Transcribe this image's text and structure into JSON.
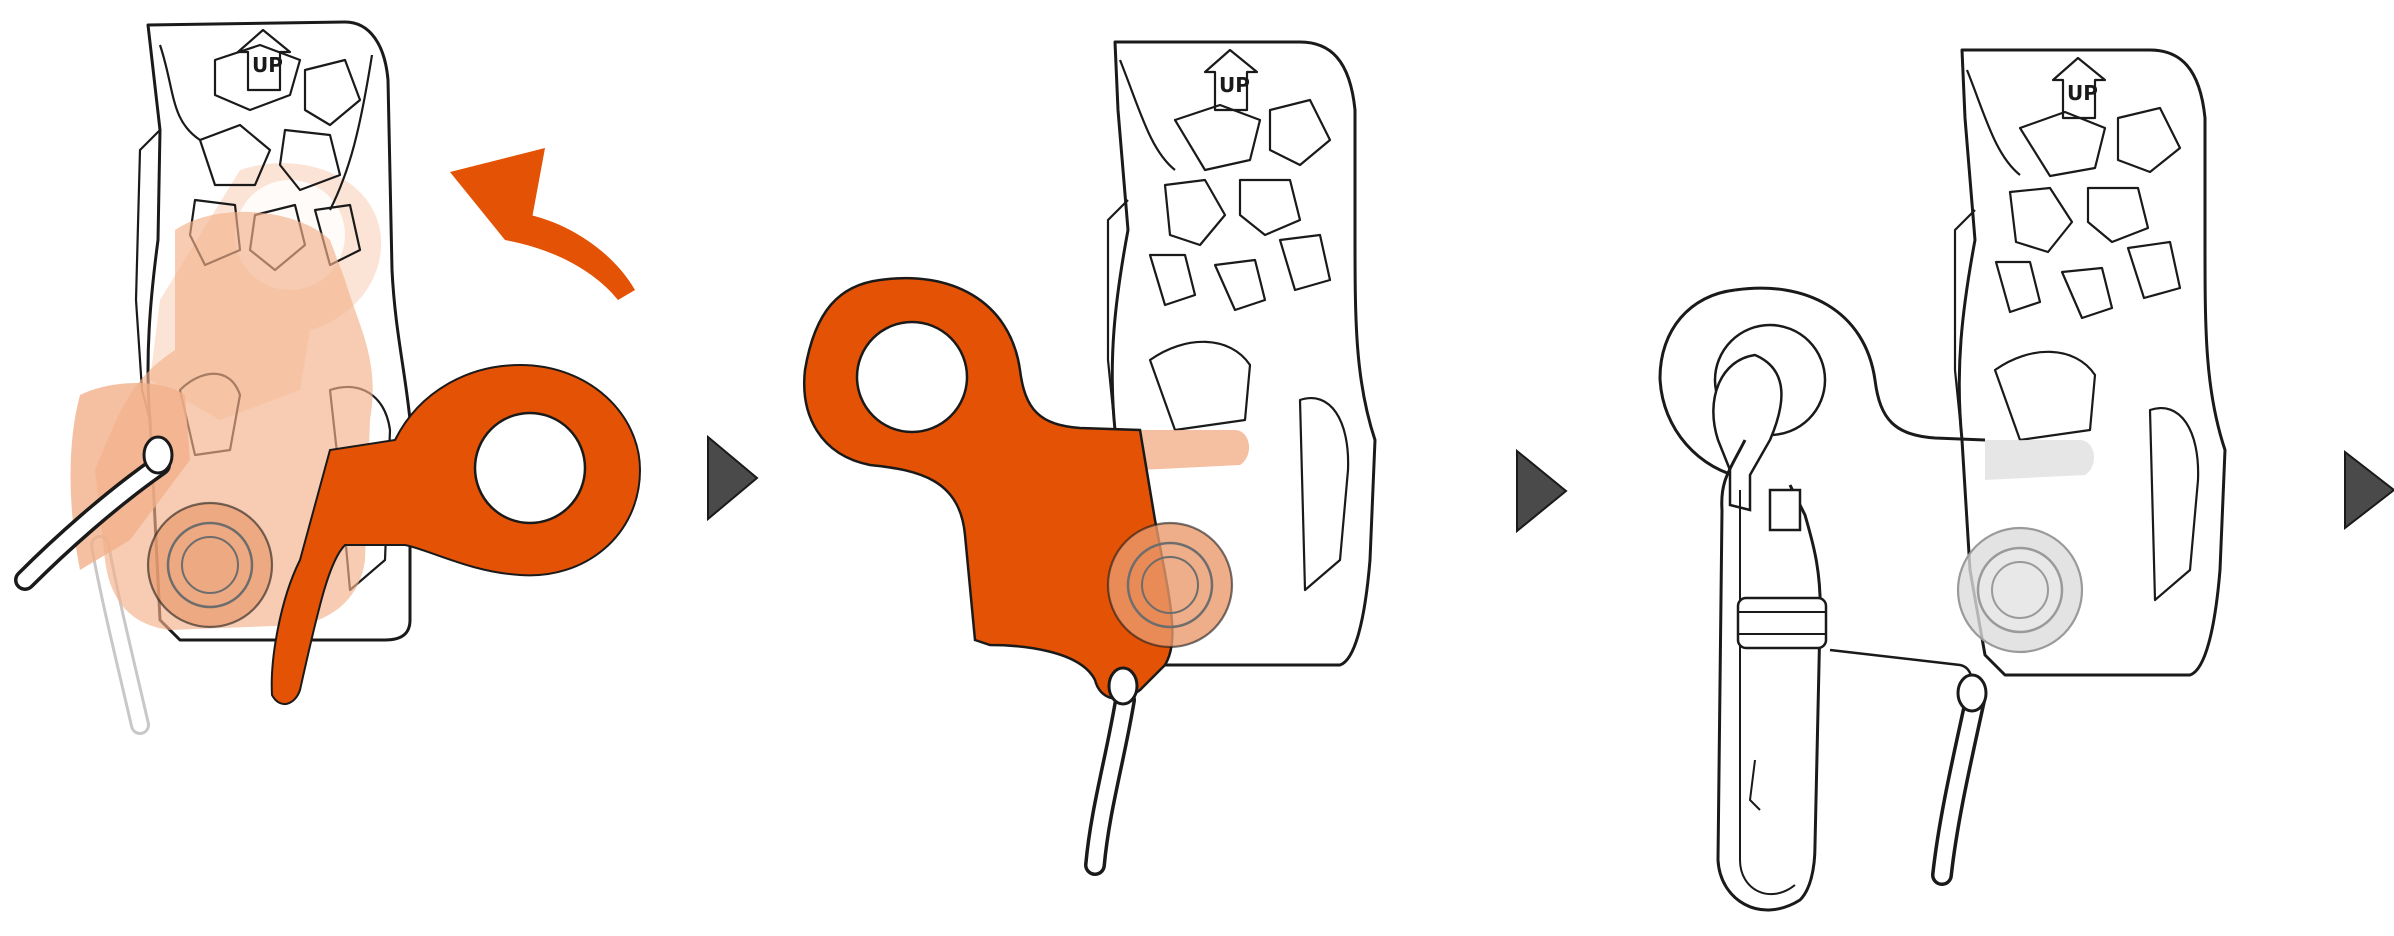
{
  "diagram": {
    "device_label": "UP",
    "colors": {
      "orange": "#e35205",
      "orange_light": "#f3b08a",
      "orange_pale": "#f9d9c5",
      "ink": "#1a1a1a",
      "arrow_gray": "#4a4a4a",
      "gray_light": "#c8c8c8"
    },
    "steps": [
      {
        "panel": "step-1",
        "icons": [
          "device-body-icon",
          "latch-icon",
          "rotate-arrow-icon",
          "rope-icon"
        ]
      },
      {
        "panel": "step-2",
        "icons": [
          "device-body-icon",
          "latch-icon",
          "rope-icon"
        ]
      },
      {
        "panel": "step-3",
        "icons": [
          "device-body-icon",
          "carabiner-icon",
          "rope-icon"
        ]
      }
    ],
    "separators": [
      "play-triangle-icon",
      "play-triangle-icon",
      "play-triangle-icon"
    ]
  }
}
